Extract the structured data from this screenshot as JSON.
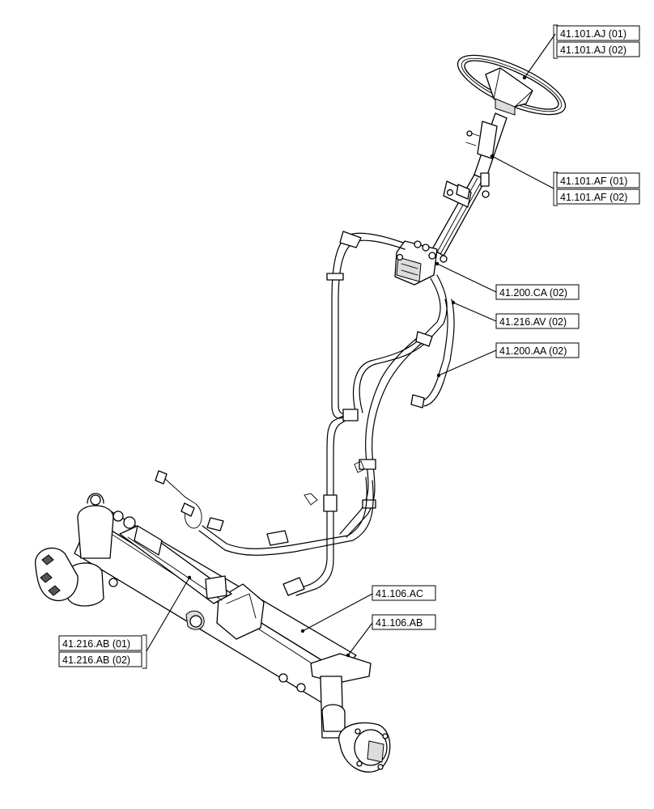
{
  "callouts": [
    {
      "id": "aj",
      "texts": [
        "41.101.AJ (01)",
        "41.101.AJ (02)"
      ]
    },
    {
      "id": "af",
      "texts": [
        "41.101.AF (01)",
        "41.101.AF (02)"
      ]
    },
    {
      "id": "ca",
      "texts": [
        "41.200.CA (02)"
      ]
    },
    {
      "id": "av",
      "texts": [
        "41.216.AV (02)"
      ]
    },
    {
      "id": "aa",
      "texts": [
        "41.200.AA (02)"
      ]
    },
    {
      "id": "ac",
      "texts": [
        "41.106.AC"
      ]
    },
    {
      "id": "ab",
      "texts": [
        "41.106.AB"
      ]
    },
    {
      "id": "cyl",
      "texts": [
        "41.216.AB (01)",
        "41.216.AB (02)"
      ]
    }
  ]
}
